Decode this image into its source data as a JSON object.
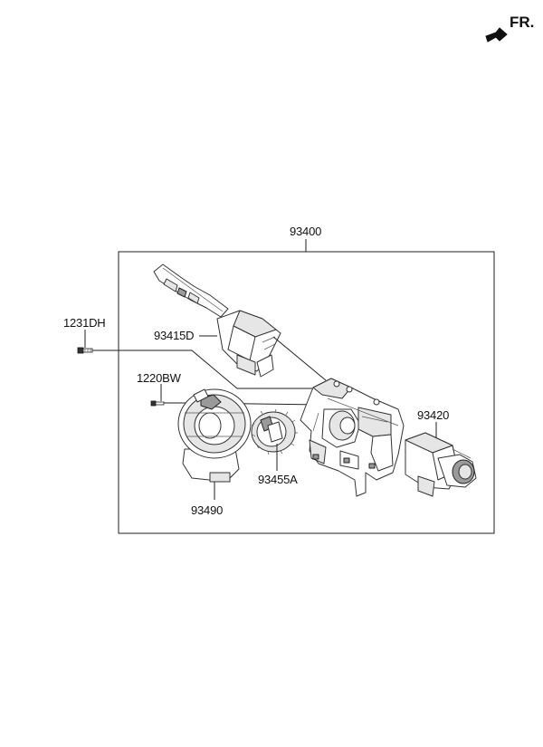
{
  "direction": {
    "label": "FR."
  },
  "parts": {
    "assembly": "93400",
    "multifunction_switch_left": "93415D",
    "multifunction_switch_right": "93420",
    "clock_spring": "93490",
    "steering_angle_sensor_ring": "93455A",
    "screw_upper": "1231DH",
    "screw_lower": "1220BW"
  },
  "icons": {
    "fr_arrow": "arrow-icon"
  }
}
